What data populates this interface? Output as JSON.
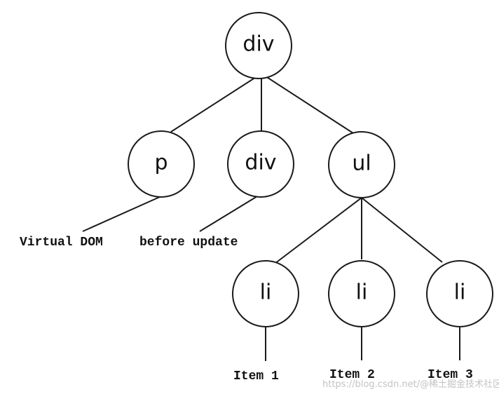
{
  "diagram": {
    "nodes": {
      "root_div": "div",
      "p": "p",
      "child_div": "div",
      "ul": "ul",
      "li_1": "li",
      "li_2": "li",
      "li_3": "li"
    },
    "text_labels": {
      "virtual_dom": "Virtual DOM",
      "before_update": "before update",
      "item_1": "Item 1",
      "item_2": "Item 2",
      "item_3": "Item 3"
    },
    "watermark": "https://blog.csdn.net/@稀土掘金技术社区"
  }
}
